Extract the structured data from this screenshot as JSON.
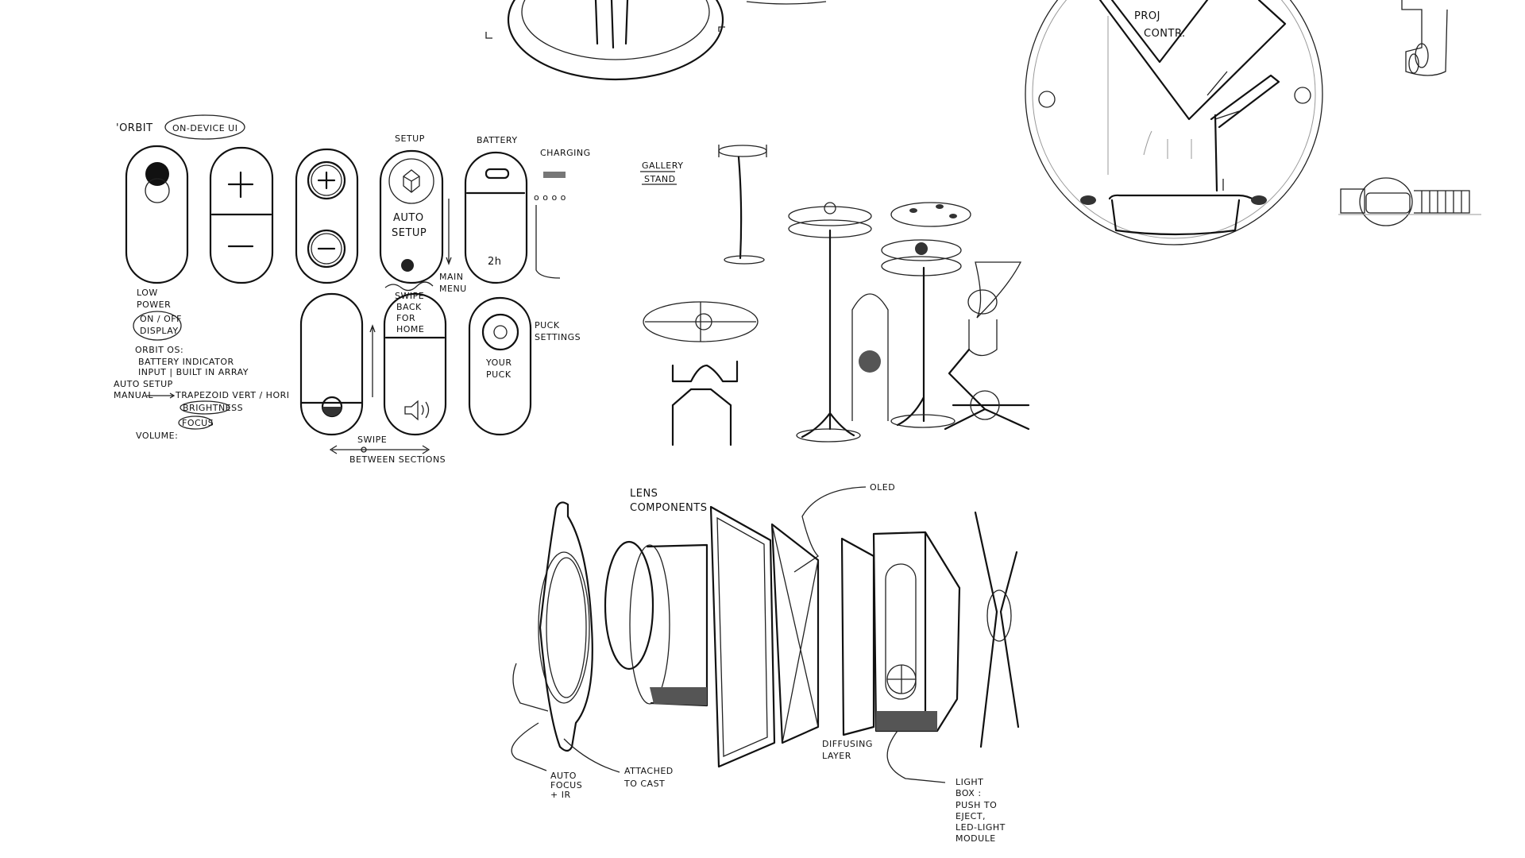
{
  "ui_sketches": {
    "title": "'ORBIT",
    "title_tag": "ON-DEVICE UI",
    "setup": "SETUP",
    "battery": "BATTERY",
    "charging": "CHARGING",
    "auto": "AUTO",
    "setup2": "SETUP",
    "battery_time": "2h",
    "main": "MAIN",
    "menu": "MENU",
    "swipe_back": [
      "SWIPE",
      "BACK",
      "FOR",
      "HOME"
    ],
    "low": "LOW",
    "power": "POWER",
    "on_off": "ON / OFF",
    "display": "DISPLAY",
    "orbit_os": "ORBIT OS:",
    "os_lines": [
      "BATTERY INDICATOR",
      "INPUT | BUILT IN ARRAY"
    ],
    "auto_setup": "AUTO SETUP",
    "manual": "MANUAL",
    "keystone": "TRAPEZOID VERT / HORI",
    "brightness": "BRIGHTNESS",
    "focus": "FOCUS",
    "volume": "VOLUME:",
    "puck_settings": [
      "PUCK",
      "SETTINGS"
    ],
    "your_puck": [
      "YOUR",
      "PUCK"
    ],
    "swipe": "SWIPE",
    "between_sections": "BETWEEN SECTIONS"
  },
  "stand_sketches": {
    "label": [
      "GALLERY",
      "STAND"
    ]
  },
  "section_sketch": {
    "label": [
      "PROJ",
      "CONTR."
    ]
  },
  "exploded_view": {
    "lens_components": [
      "LENS",
      "COMPONENTS"
    ],
    "oled": "OLED",
    "auto_focus": [
      "AUTO",
      "FOCUS",
      "+ IR"
    ],
    "attached": [
      "ATTACHED",
      "TO CAST"
    ],
    "diffusing": [
      "DIFFUSING",
      "LAYER"
    ],
    "light_box": [
      "LIGHT",
      "BOX :",
      "PUSH TO",
      "EJECT,",
      "LED-LIGHT",
      "MODULE"
    ]
  }
}
